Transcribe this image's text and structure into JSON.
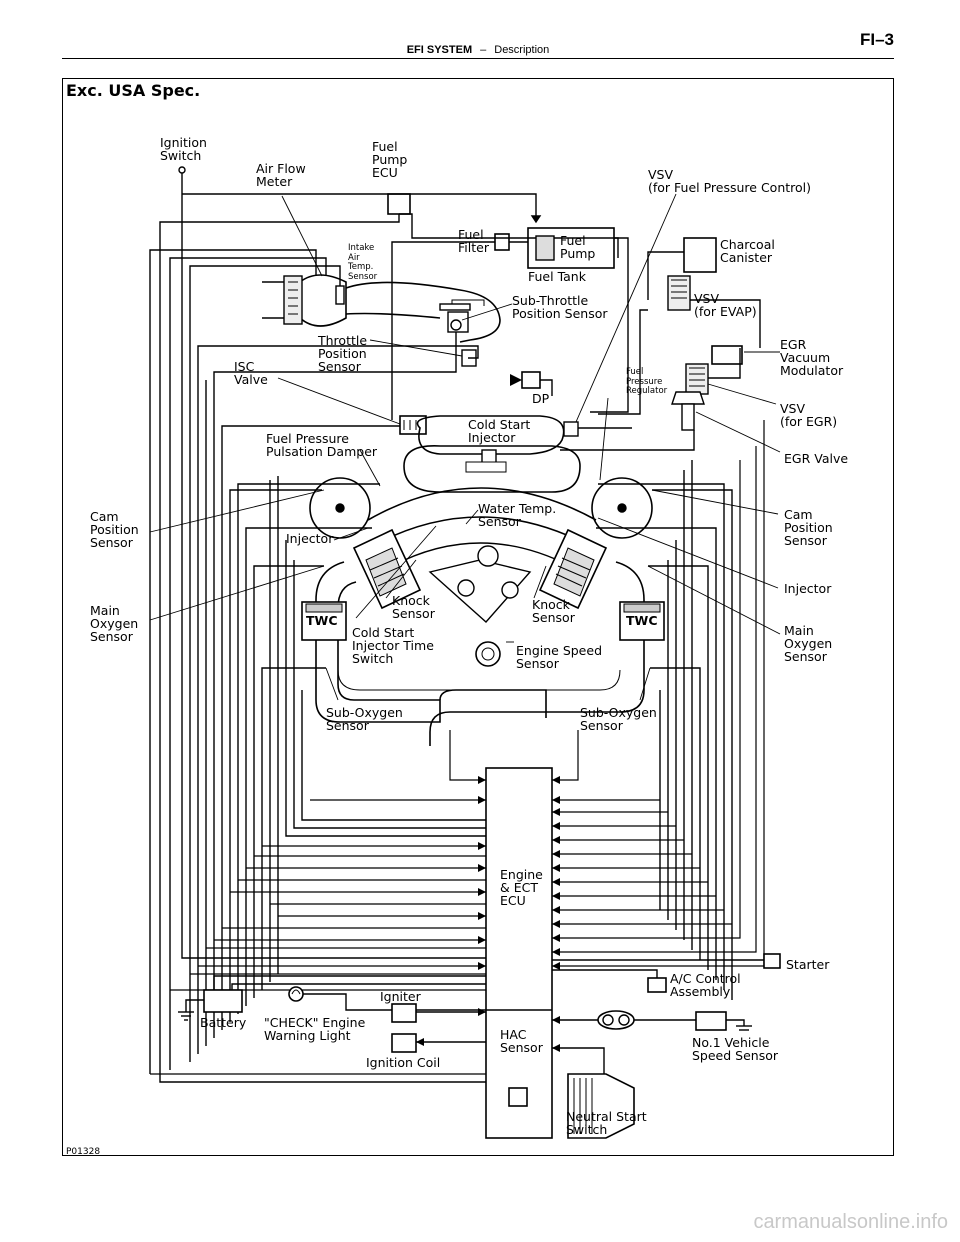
{
  "header": {
    "section": "EFI SYSTEM",
    "dash": "–",
    "subsection": "Description",
    "page": "FI–3"
  },
  "diagram": {
    "heading": "Exc. USA Spec.",
    "figure_id": "P01328",
    "labels": {
      "ignition_switch": "Ignition\nSwitch",
      "air_flow_meter": "Air Flow\nMeter",
      "fuel_pump_ecu": "Fuel\nPump\nECU",
      "vsv_fuel_pressure": "VSV\n(for Fuel Pressure Control)",
      "fuel_filter": "Fuel\nFilter",
      "fuel_pump": "Fuel\nPump",
      "fuel_tank": "Fuel Tank",
      "charcoal_canister": "Charcoal\nCanister",
      "intake_air_temp": "Intake\nAir\nTemp.\nSensor",
      "sub_throttle": "Sub-Throttle\nPosition Sensor",
      "vsv_evap": "VSV\n(for EVAP)",
      "throttle_position": "Throttle\nPosition\nSensor",
      "egr_vacuum_modulator": "EGR\nVacuum\nModulator",
      "isc_valve": "ISC\nValve",
      "dp": "DP",
      "fuel_pressure_regulator": "Fuel\nPressure\nRegulator",
      "vsv_egr": "VSV\n(for EGR)",
      "cold_start_injector": "Cold Start\nInjector",
      "fuel_pressure_pulsation": "Fuel Pressure\nPulsation Damper",
      "egr_valve": "EGR Valve",
      "cam_position_left": "Cam\nPosition\nSensor",
      "cam_position_right": "Cam\nPosition\nSensor",
      "water_temp": "Water Temp.\nSensor",
      "injector_left": "Injector",
      "injector_right": "Injector",
      "main_oxygen_left": "Main\nOxygen\nSensor",
      "main_oxygen_right": "Main\nOxygen\nSensor",
      "twc_left": "TWC",
      "twc_right": "TWC",
      "knock_left": "Knock\nSensor",
      "knock_right": "Knock\nSensor",
      "cold_start_timer": "Cold Start\nInjector Time\nSwitch",
      "engine_speed": "Engine Speed\nSensor",
      "sub_oxygen_left": "Sub-Oxygen\nSensor",
      "sub_oxygen_right": "Sub-Oxygen\nSensor",
      "engine_ecu": "Engine\n& ECT\nECU",
      "starter": "Starter",
      "ac_control": "A/C Control\nAssembly",
      "igniter": "Igniter",
      "battery": "Battery",
      "check_light": "\"CHECK\" Engine\nWarning Light",
      "hac_sensor": "HAC\nSensor",
      "vehicle_speed": "No.1 Vehicle\nSpeed Sensor",
      "ignition_coil": "Ignition Coil",
      "neutral_start": "Neutral Start\nSwitch"
    }
  },
  "watermark": "carmanualsonline.info"
}
